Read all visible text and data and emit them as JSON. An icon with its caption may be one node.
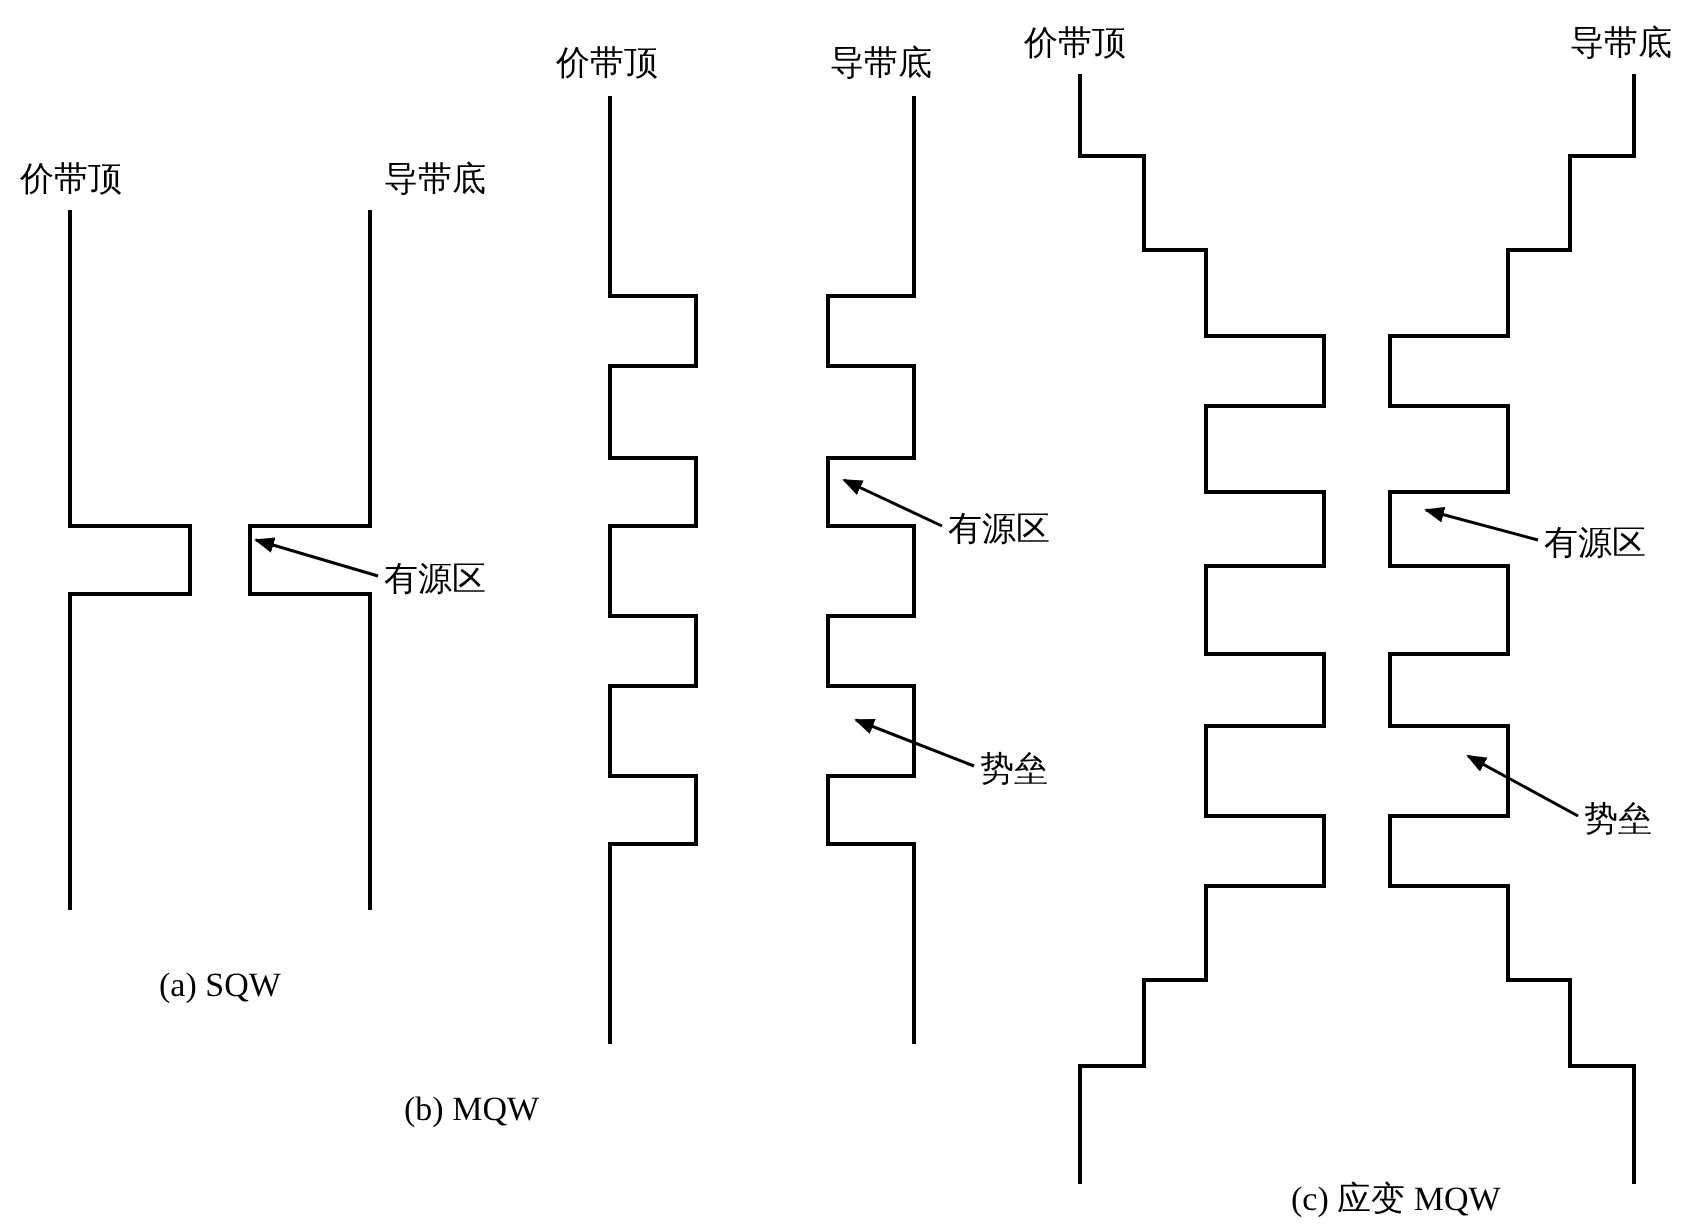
{
  "diagram": {
    "nodes": [
      {
        "text": [
          "有源区"
        ]
      },
      {
        "text": [
          "有源区"
        ]
      },
      {
        "text": [
          "势垒"
        ]
      },
      {
        "text": [
          "有源区"
        ]
      },
      {
        "text": [
          "势垒"
        ]
      }
    ],
    "edges": [
      {
        "from": 0,
        "to": null,
        "arrow": "to"
      },
      {
        "from": 1,
        "to": null,
        "arrow": "to"
      },
      {
        "from": 2,
        "to": null,
        "arrow": "to"
      },
      {
        "from": 3,
        "to": null,
        "arrow": "to"
      },
      {
        "from": 4,
        "to": null,
        "arrow": "to"
      }
    ],
    "labels": [
      "价带顶",
      "导带底",
      "价带顶",
      "导带底",
      "价带顶",
      "导带底",
      "(a)  SQW",
      "(b)  MQW",
      "(c) 应变 MQW"
    ]
  }
}
